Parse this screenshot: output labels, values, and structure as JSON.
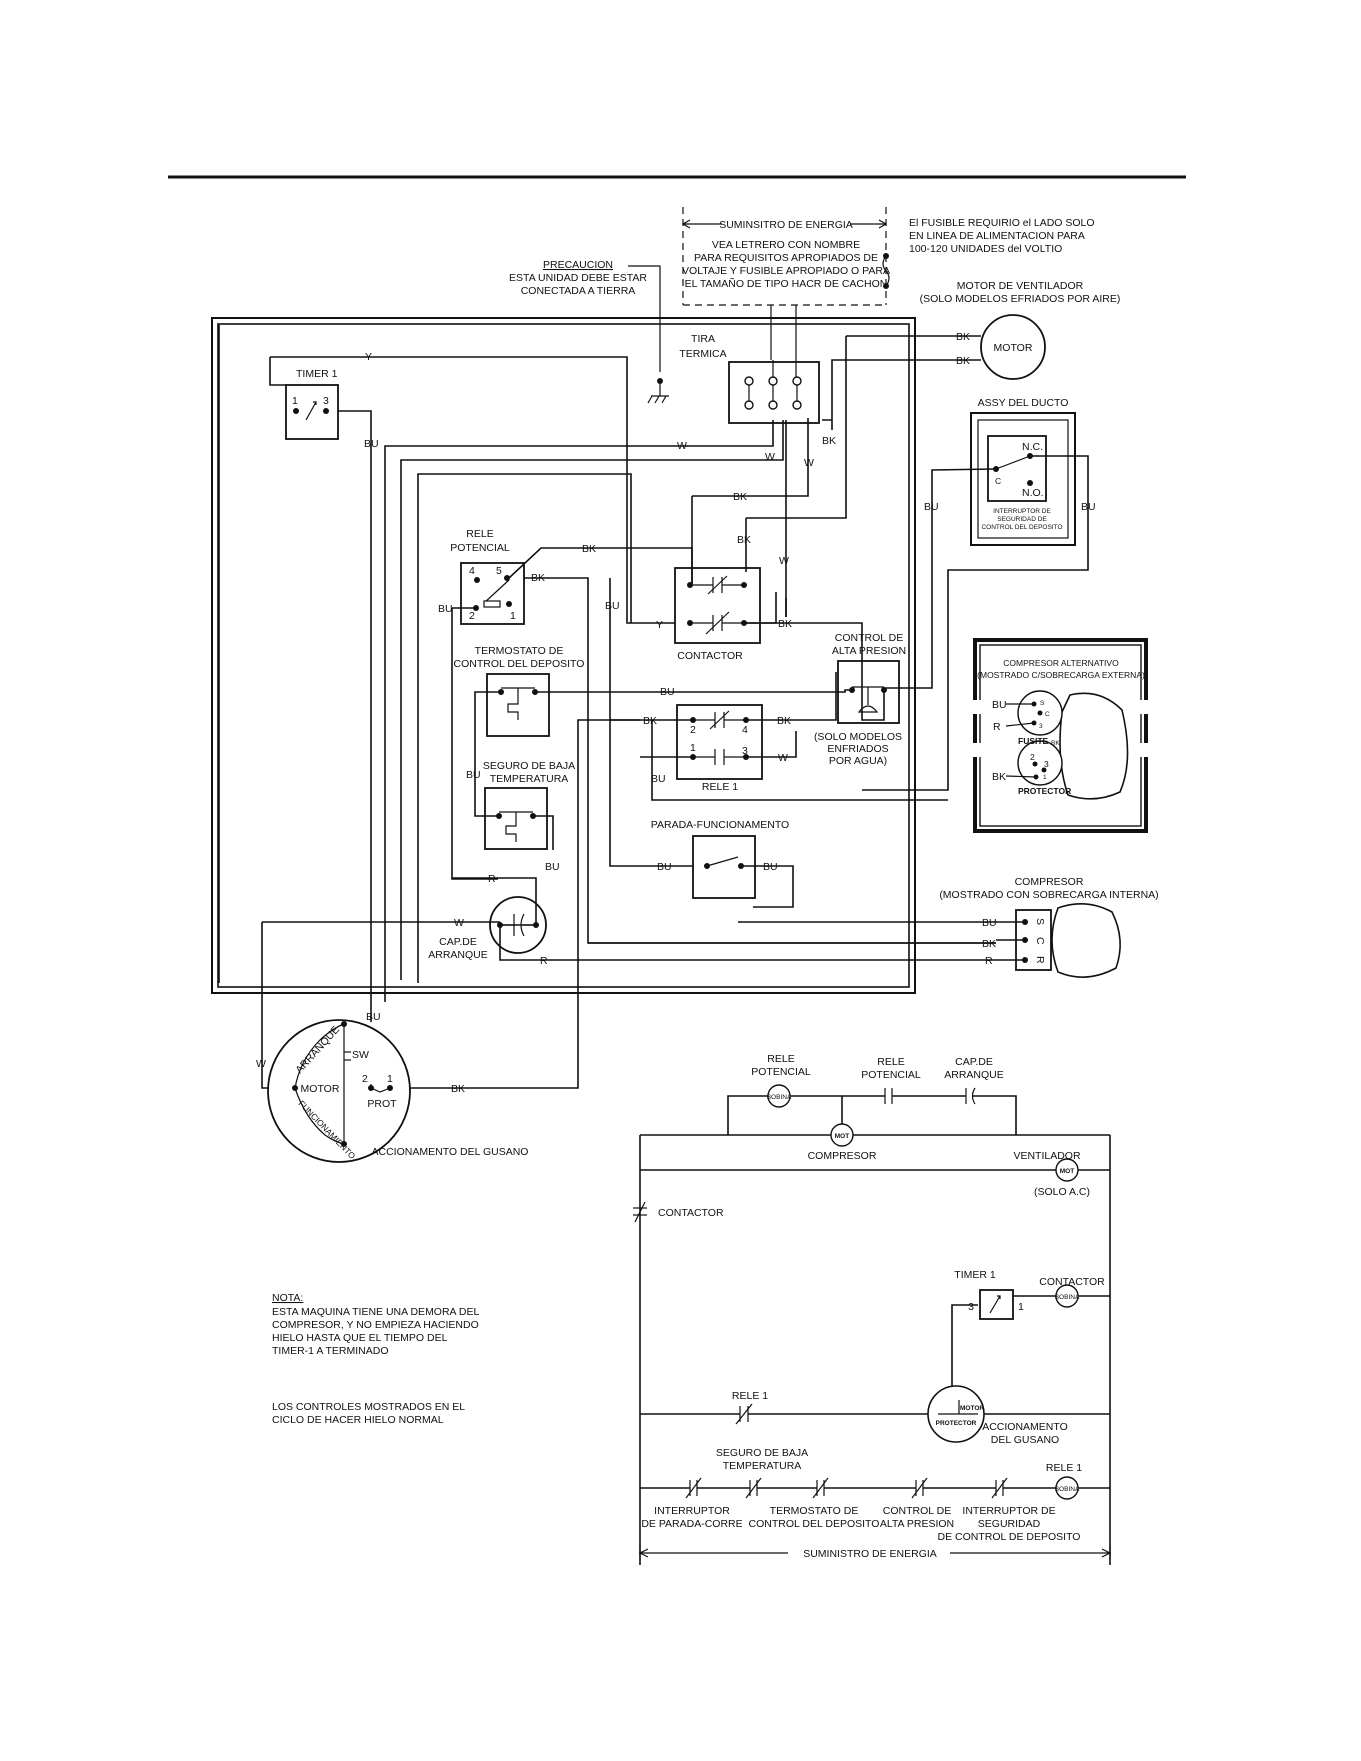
{
  "power_supply": {
    "title": "SUMINSITRO DE ENERGIA",
    "lines": [
      "VEA LETRERO CON NOMBRE",
      "PARA REQUISITOS APROPIADOS DE",
      "VOLTAJE Y FUSIBLE APROPIADO O PARA",
      "EL TAMAÑO DE TIPO HACR DE CACHON"
    ]
  },
  "fuse_note": [
    "El FUSIBLE REQUIRIO el LADO SOLO",
    "EN LINEA DE ALIMENTACION PARA",
    "100-120 UNIDADES del VOLTIO"
  ],
  "caution": {
    "title": "PRECAUCION",
    "lines": [
      "ESTA UNIDAD DEBE ESTAR",
      "CONECTADA A TIERRA"
    ]
  },
  "fan_motor": {
    "lines": [
      "MOTOR DE VENTILADOR",
      "(SOLO MODELOS EFRIADOS POR AIRE)"
    ],
    "label": "MOTOR"
  },
  "terminal_strip": {
    "lines": [
      "TIRA",
      "TERMICA"
    ]
  },
  "duct_assy": {
    "title": "ASSY DEL DUCTO",
    "nc": "N.C.",
    "no": "N.O.",
    "c": "C",
    "switch_lines": [
      "INTERRUPTOR DE",
      "SEGURIDAD DE",
      "CONTROL DEL DEPOSITO"
    ]
  },
  "timer1": {
    "label": "TIMER 1",
    "t1": "1",
    "t3": "3"
  },
  "potential_relay": {
    "lines": [
      "RELE",
      "POTENCIAL"
    ],
    "t4": "4",
    "t5": "5",
    "t2": "2",
    "t1": "1"
  },
  "contactor": {
    "label": "CONTACTOR"
  },
  "high_pressure": {
    "lines": [
      "CONTROL DE",
      "ALTA PRESION"
    ],
    "note": [
      "(SOLO MODELOS",
      "ENFRIADOS",
      "POR AGUA)"
    ]
  },
  "bin_thermostat": {
    "lines": [
      "TERMOSTATO DE",
      "CONTROL DEL DEPOSITO"
    ]
  },
  "low_temp": {
    "lines": [
      "SEGURO DE BAJA",
      "TEMPERATURA"
    ]
  },
  "relay1": {
    "label": "RELE 1",
    "t2": "2",
    "t4": "4",
    "t1": "1",
    "t3": "3"
  },
  "stop_run": {
    "label": "PARADA-FUNCIONAMENTO"
  },
  "start_cap": {
    "lines": [
      "CAP.DE",
      "ARRANQUE"
    ]
  },
  "recip_comp": {
    "lines": [
      "COMPRESOR ALTERNATIVO",
      "(MOSTRADO C/SOBRECARGA EXTERNA)"
    ],
    "fusite": "FUSITE",
    "protector": "PROTECTOR",
    "s": "S",
    "c": "C",
    "t3": "3",
    "t2": "2",
    "t1": "1",
    "bk": "BK"
  },
  "compressor": {
    "lines": [
      "COMPRESOR",
      "(MOSTRADO CON SOBRECARGA INTERNA)"
    ],
    "s": "S",
    "c": "C",
    "r": "R"
  },
  "auger_motor": {
    "motor": "MOTOR",
    "sw": "SW",
    "prot": "PROT",
    "start": "ARRANQUE",
    "run": "FUNCIONAMIENTO",
    "t2": "2",
    "t1": "1",
    "label": "ACCIONAMENTO DEL GUSANO"
  },
  "wires": {
    "Y": "Y",
    "BU": "BU",
    "W": "W",
    "BK": "BK",
    "R": "R"
  },
  "ladder": {
    "potential_relay": [
      "RELE",
      "POTENCIAL"
    ],
    "potential_relay2": [
      "RELE",
      "POTENCIAL"
    ],
    "start_cap": [
      "CAP.DE",
      "ARRANQUE"
    ],
    "coil": "BOBINA",
    "mot": "MOT",
    "compressor": "COMPRESOR",
    "fan": "VENTILADOR",
    "fan_note": "(SOLO A.C)",
    "contactor": "CONTACTOR",
    "timer1": "TIMER 1",
    "t3": "3",
    "t1": "1",
    "contactor_coil": "CONTACTOR",
    "relay1_contact": "RELE 1",
    "protector": "PROTECTOR",
    "motor": "MOTOR",
    "auger": [
      "ACCIONAMENTO",
      "DEL GUSANO"
    ],
    "low_temp": [
      "SEGURO DE BAJA",
      "TEMPERATURA"
    ],
    "relay1_coil": "RELE 1",
    "stop_switch": [
      "INTERRUPTOR",
      "DE PARADA-CORRE"
    ],
    "bin_thermo": [
      "TERMOSTATO DE",
      "CONTROL DEL DEPOSITO"
    ],
    "high_press": [
      "CONTROL DE",
      "ALTA PRESION"
    ],
    "safety": [
      "INTERRUPTOR DE",
      "SEGURIDAD",
      "DE CONTROL DE DEPOSITO"
    ],
    "supply": "SUMINISTRO DE ENERGIA"
  },
  "note": {
    "title": "NOTA:",
    "lines": [
      "ESTA MAQUINA TIENE UNA DEMORA DEL",
      "COMPRESOR, Y NO EMPIEZA HACIENDO",
      "HIELO HASTA QUE EL TIEMPO DEL",
      "TIMER-1 A TERMINADO"
    ]
  },
  "controls_note": [
    "LOS CONTROLES MOSTRADOS EN EL",
    "CICLO DE HACER HIELO NORMAL"
  ]
}
